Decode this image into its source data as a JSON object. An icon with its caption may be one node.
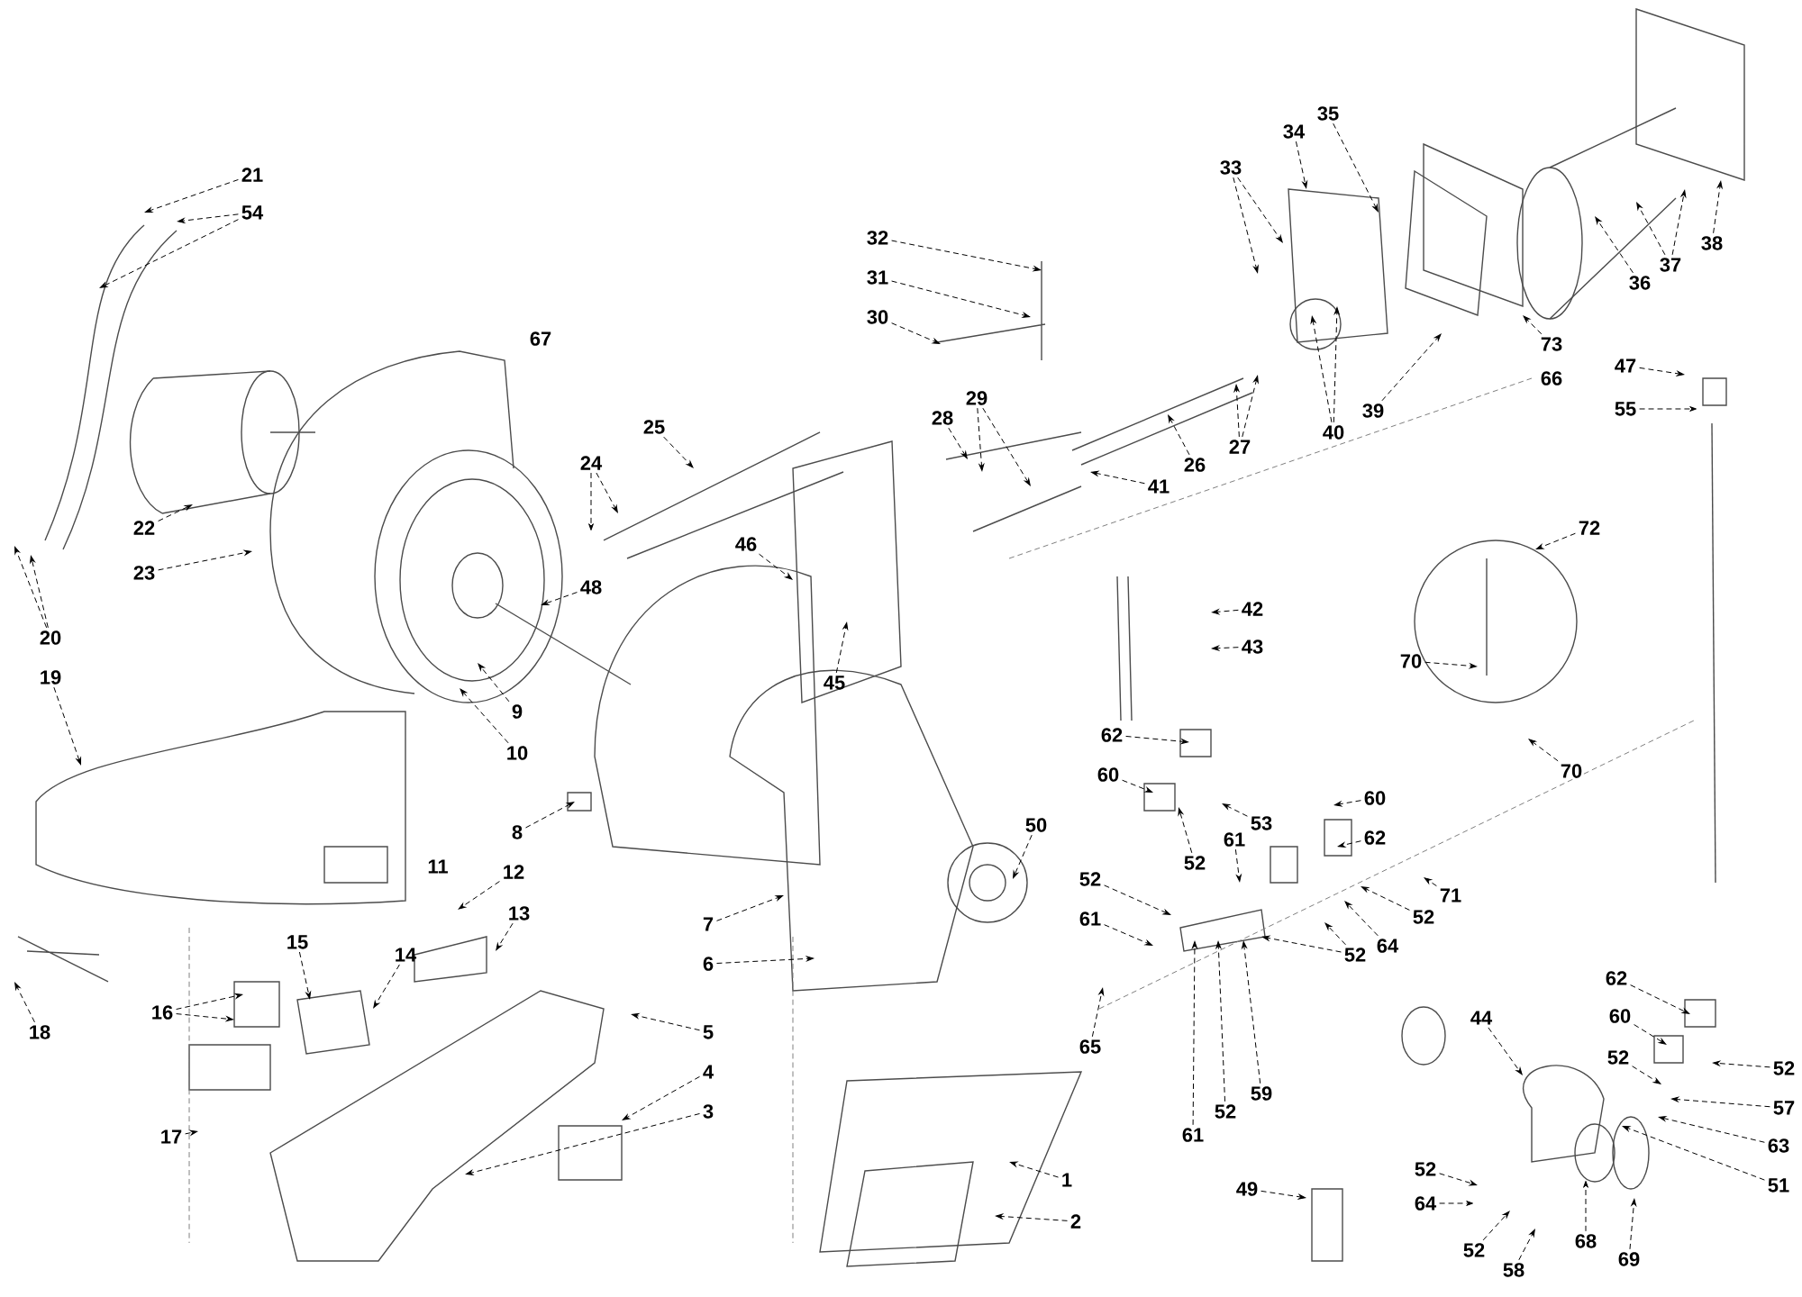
{
  "diagram": {
    "nodes": [
      {
        "text": [
          "21"
        ]
      },
      {
        "text": [
          "54"
        ]
      },
      {
        "text": [
          "32"
        ]
      },
      {
        "text": [
          "31"
        ]
      },
      {
        "text": [
          "30"
        ]
      },
      {
        "text": [
          "33"
        ]
      },
      {
        "text": [
          "34"
        ]
      },
      {
        "text": [
          "35"
        ]
      },
      {
        "text": [
          "36"
        ]
      },
      {
        "text": [
          "37"
        ]
      },
      {
        "text": [
          "38"
        ]
      },
      {
        "text": [
          "73"
        ]
      },
      {
        "text": [
          "47"
        ]
      },
      {
        "text": [
          "55"
        ]
      },
      {
        "text": [
          "39"
        ]
      },
      {
        "text": [
          "40"
        ]
      },
      {
        "text": [
          "28"
        ]
      },
      {
        "text": [
          "29"
        ]
      },
      {
        "text": [
          "25"
        ]
      },
      {
        "text": [
          "26"
        ]
      },
      {
        "text": [
          "27"
        ]
      },
      {
        "text": [
          "41"
        ]
      },
      {
        "text": [
          "24"
        ]
      },
      {
        "text": [
          "22"
        ]
      },
      {
        "text": [
          "46"
        ]
      },
      {
        "text": [
          "72"
        ]
      },
      {
        "text": [
          "23"
        ]
      },
      {
        "text": [
          "48"
        ]
      },
      {
        "text": [
          "42"
        ]
      },
      {
        "text": [
          "20"
        ]
      },
      {
        "text": [
          "43"
        ]
      },
      {
        "text": [
          "70"
        ]
      },
      {
        "text": [
          "19"
        ]
      },
      {
        "text": [
          "45"
        ]
      },
      {
        "text": [
          "9"
        ]
      },
      {
        "text": [
          "62"
        ]
      },
      {
        "text": [
          "10"
        ]
      },
      {
        "text": [
          "70"
        ]
      },
      {
        "text": [
          "60"
        ]
      },
      {
        "text": [
          "60"
        ]
      },
      {
        "text": [
          "53"
        ]
      },
      {
        "text": [
          "50"
        ]
      },
      {
        "text": [
          "8"
        ]
      },
      {
        "text": [
          "62"
        ]
      },
      {
        "text": [
          "61"
        ]
      },
      {
        "text": [
          "52"
        ]
      },
      {
        "text": [
          "12"
        ]
      },
      {
        "text": [
          "52"
        ]
      },
      {
        "text": [
          "71"
        ]
      },
      {
        "text": [
          "52"
        ]
      },
      {
        "text": [
          "61"
        ]
      },
      {
        "text": [
          "7"
        ]
      },
      {
        "text": [
          "13"
        ]
      },
      {
        "text": [
          "64"
        ]
      },
      {
        "text": [
          "15"
        ]
      },
      {
        "text": [
          "14"
        ]
      },
      {
        "text": [
          "52"
        ]
      },
      {
        "text": [
          "6"
        ]
      },
      {
        "text": [
          "62"
        ]
      },
      {
        "text": [
          "16"
        ]
      },
      {
        "text": [
          "44"
        ]
      },
      {
        "text": [
          "60"
        ]
      },
      {
        "text": [
          "18"
        ]
      },
      {
        "text": [
          "5"
        ]
      },
      {
        "text": [
          "65"
        ]
      },
      {
        "text": [
          "52"
        ]
      },
      {
        "text": [
          "52"
        ]
      },
      {
        "text": [
          "4"
        ]
      },
      {
        "text": [
          "59"
        ]
      },
      {
        "text": [
          "57"
        ]
      },
      {
        "text": [
          "52"
        ]
      },
      {
        "text": [
          "3"
        ]
      },
      {
        "text": [
          "61"
        ]
      },
      {
        "text": [
          "17"
        ]
      },
      {
        "text": [
          "63"
        ]
      },
      {
        "text": [
          "1"
        ]
      },
      {
        "text": [
          "52"
        ]
      },
      {
        "text": [
          "51"
        ]
      },
      {
        "text": [
          "49"
        ]
      },
      {
        "text": [
          "64"
        ]
      },
      {
        "text": [
          "2"
        ]
      },
      {
        "text": [
          "68"
        ]
      },
      {
        "text": [
          "52"
        ]
      },
      {
        "text": [
          "69"
        ]
      },
      {
        "text": [
          "58"
        ]
      }
    ],
    "edges": [
      {
        "from": 0,
        "to": null,
        "arrow": "to"
      },
      {
        "from": 1,
        "to": null,
        "arrow": "to"
      },
      {
        "from": 1,
        "to": null,
        "arrow": "to"
      },
      {
        "from": 2,
        "to": null,
        "arrow": "to"
      },
      {
        "from": 3,
        "to": null,
        "arrow": "to"
      },
      {
        "from": 4,
        "to": null,
        "arrow": "to"
      },
      {
        "from": 5,
        "to": null,
        "arrow": "to"
      },
      {
        "from": 5,
        "to": null,
        "arrow": "to"
      },
      {
        "from": 6,
        "to": null,
        "arrow": "to"
      },
      {
        "from": 7,
        "to": null,
        "arrow": "to"
      },
      {
        "from": 8,
        "to": null,
        "arrow": "to"
      },
      {
        "from": 9,
        "to": null,
        "arrow": "to"
      },
      {
        "from": 9,
        "to": null,
        "arrow": "to"
      },
      {
        "from": 10,
        "to": null,
        "arrow": "to"
      },
      {
        "from": 11,
        "to": null,
        "arrow": "to"
      },
      {
        "from": 12,
        "to": null,
        "arrow": "to"
      },
      {
        "from": 13,
        "to": null,
        "arrow": "to"
      },
      {
        "from": 14,
        "to": null,
        "arrow": "to"
      },
      {
        "from": 15,
        "to": null,
        "arrow": "to"
      },
      {
        "from": 15,
        "to": null,
        "arrow": "to"
      },
      {
        "from": 16,
        "to": null,
        "arrow": "to"
      },
      {
        "from": 17,
        "to": null,
        "arrow": "to"
      },
      {
        "from": 17,
        "to": null,
        "arrow": "to"
      },
      {
        "from": 18,
        "to": null,
        "arrow": "to"
      },
      {
        "from": 19,
        "to": null,
        "arrow": "to"
      },
      {
        "from": 20,
        "to": null,
        "arrow": "to"
      },
      {
        "from": 20,
        "to": null,
        "arrow": "to"
      },
      {
        "from": 21,
        "to": null,
        "arrow": "to"
      },
      {
        "from": 22,
        "to": null,
        "arrow": "to"
      },
      {
        "from": 22,
        "to": null,
        "arrow": "to"
      },
      {
        "from": 23,
        "to": null,
        "arrow": "to"
      },
      {
        "from": 24,
        "to": null,
        "arrow": "to"
      },
      {
        "from": 25,
        "to": null,
        "arrow": "to"
      },
      {
        "from": 26,
        "to": null,
        "arrow": "to"
      },
      {
        "from": 27,
        "to": null,
        "arrow": "to"
      },
      {
        "from": 28,
        "to": null,
        "arrow": "to"
      },
      {
        "from": 29,
        "to": null,
        "arrow": "to"
      },
      {
        "from": 29,
        "to": null,
        "arrow": "to"
      },
      {
        "from": 30,
        "to": null,
        "arrow": "to"
      },
      {
        "from": 31,
        "to": null,
        "arrow": "to"
      },
      {
        "from": 32,
        "to": null,
        "arrow": "to"
      },
      {
        "from": 33,
        "to": null,
        "arrow": "to"
      },
      {
        "from": 34,
        "to": null,
        "arrow": "to"
      },
      {
        "from": 35,
        "to": null,
        "arrow": "to"
      },
      {
        "from": 36,
        "to": null,
        "arrow": "to"
      },
      {
        "from": 37,
        "to": null,
        "arrow": "to"
      },
      {
        "from": 38,
        "to": null,
        "arrow": "to"
      },
      {
        "from": 39,
        "to": null,
        "arrow": "to"
      },
      {
        "from": 40,
        "to": null,
        "arrow": "to"
      },
      {
        "from": 41,
        "to": null,
        "arrow": "to"
      },
      {
        "from": 42,
        "to": null,
        "arrow": "to"
      },
      {
        "from": 43,
        "to": null,
        "arrow": "to"
      },
      {
        "from": 44,
        "to": null,
        "arrow": "to"
      },
      {
        "from": 45,
        "to": null,
        "arrow": "to"
      },
      {
        "from": 46,
        "to": null,
        "arrow": "to"
      },
      {
        "from": 47,
        "to": null,
        "arrow": "to"
      },
      {
        "from": 48,
        "to": null,
        "arrow": "to"
      },
      {
        "from": 49,
        "to": null,
        "arrow": "to"
      },
      {
        "from": 50,
        "to": null,
        "arrow": "to"
      },
      {
        "from": 51,
        "to": null,
        "arrow": "to"
      },
      {
        "from": 52,
        "to": null,
        "arrow": "to"
      },
      {
        "from": 53,
        "to": null,
        "arrow": "to"
      },
      {
        "from": 54,
        "to": null,
        "arrow": "to"
      },
      {
        "from": 55,
        "to": null,
        "arrow": "to"
      },
      {
        "from": 56,
        "to": null,
        "arrow": "to"
      },
      {
        "from": 56,
        "to": null,
        "arrow": "to"
      },
      {
        "from": 57,
        "to": null,
        "arrow": "to"
      },
      {
        "from": 58,
        "to": null,
        "arrow": "to"
      },
      {
        "from": 59,
        "to": null,
        "arrow": "to"
      },
      {
        "from": 59,
        "to": null,
        "arrow": "to"
      },
      {
        "from": 60,
        "to": null,
        "arrow": "to"
      },
      {
        "from": 61,
        "to": null,
        "arrow": "to"
      },
      {
        "from": 62,
        "to": null,
        "arrow": "to"
      },
      {
        "from": 63,
        "to": null,
        "arrow": "to"
      },
      {
        "from": 64,
        "to": null,
        "arrow": "to"
      },
      {
        "from": 65,
        "to": null,
        "arrow": "to"
      },
      {
        "from": 66,
        "to": null,
        "arrow": "to"
      },
      {
        "from": 67,
        "to": null,
        "arrow": "to"
      },
      {
        "from": 68,
        "to": null,
        "arrow": "to"
      },
      {
        "from": 69,
        "to": null,
        "arrow": "to"
      },
      {
        "from": 70,
        "to": null,
        "arrow": "to"
      },
      {
        "from": 71,
        "to": null,
        "arrow": "to"
      },
      {
        "from": 72,
        "to": null,
        "arrow": "to"
      },
      {
        "from": 73,
        "to": null,
        "arrow": "to"
      },
      {
        "from": 74,
        "to": null,
        "arrow": "to"
      },
      {
        "from": 75,
        "to": null,
        "arrow": "to"
      },
      {
        "from": 76,
        "to": null,
        "arrow": "to"
      },
      {
        "from": 77,
        "to": null,
        "arrow": "to"
      },
      {
        "from": 78,
        "to": null,
        "arrow": "to"
      },
      {
        "from": 79,
        "to": null,
        "arrow": "to"
      },
      {
        "from": 80,
        "to": null,
        "arrow": "to"
      },
      {
        "from": 81,
        "to": null,
        "arrow": "to"
      },
      {
        "from": 82,
        "to": null,
        "arrow": "to"
      },
      {
        "from": 83,
        "to": null,
        "arrow": "to"
      },
      {
        "from": 84,
        "to": null,
        "arrow": "to"
      }
    ],
    "labels": [
      "67",
      "66",
      "11"
    ]
  }
}
